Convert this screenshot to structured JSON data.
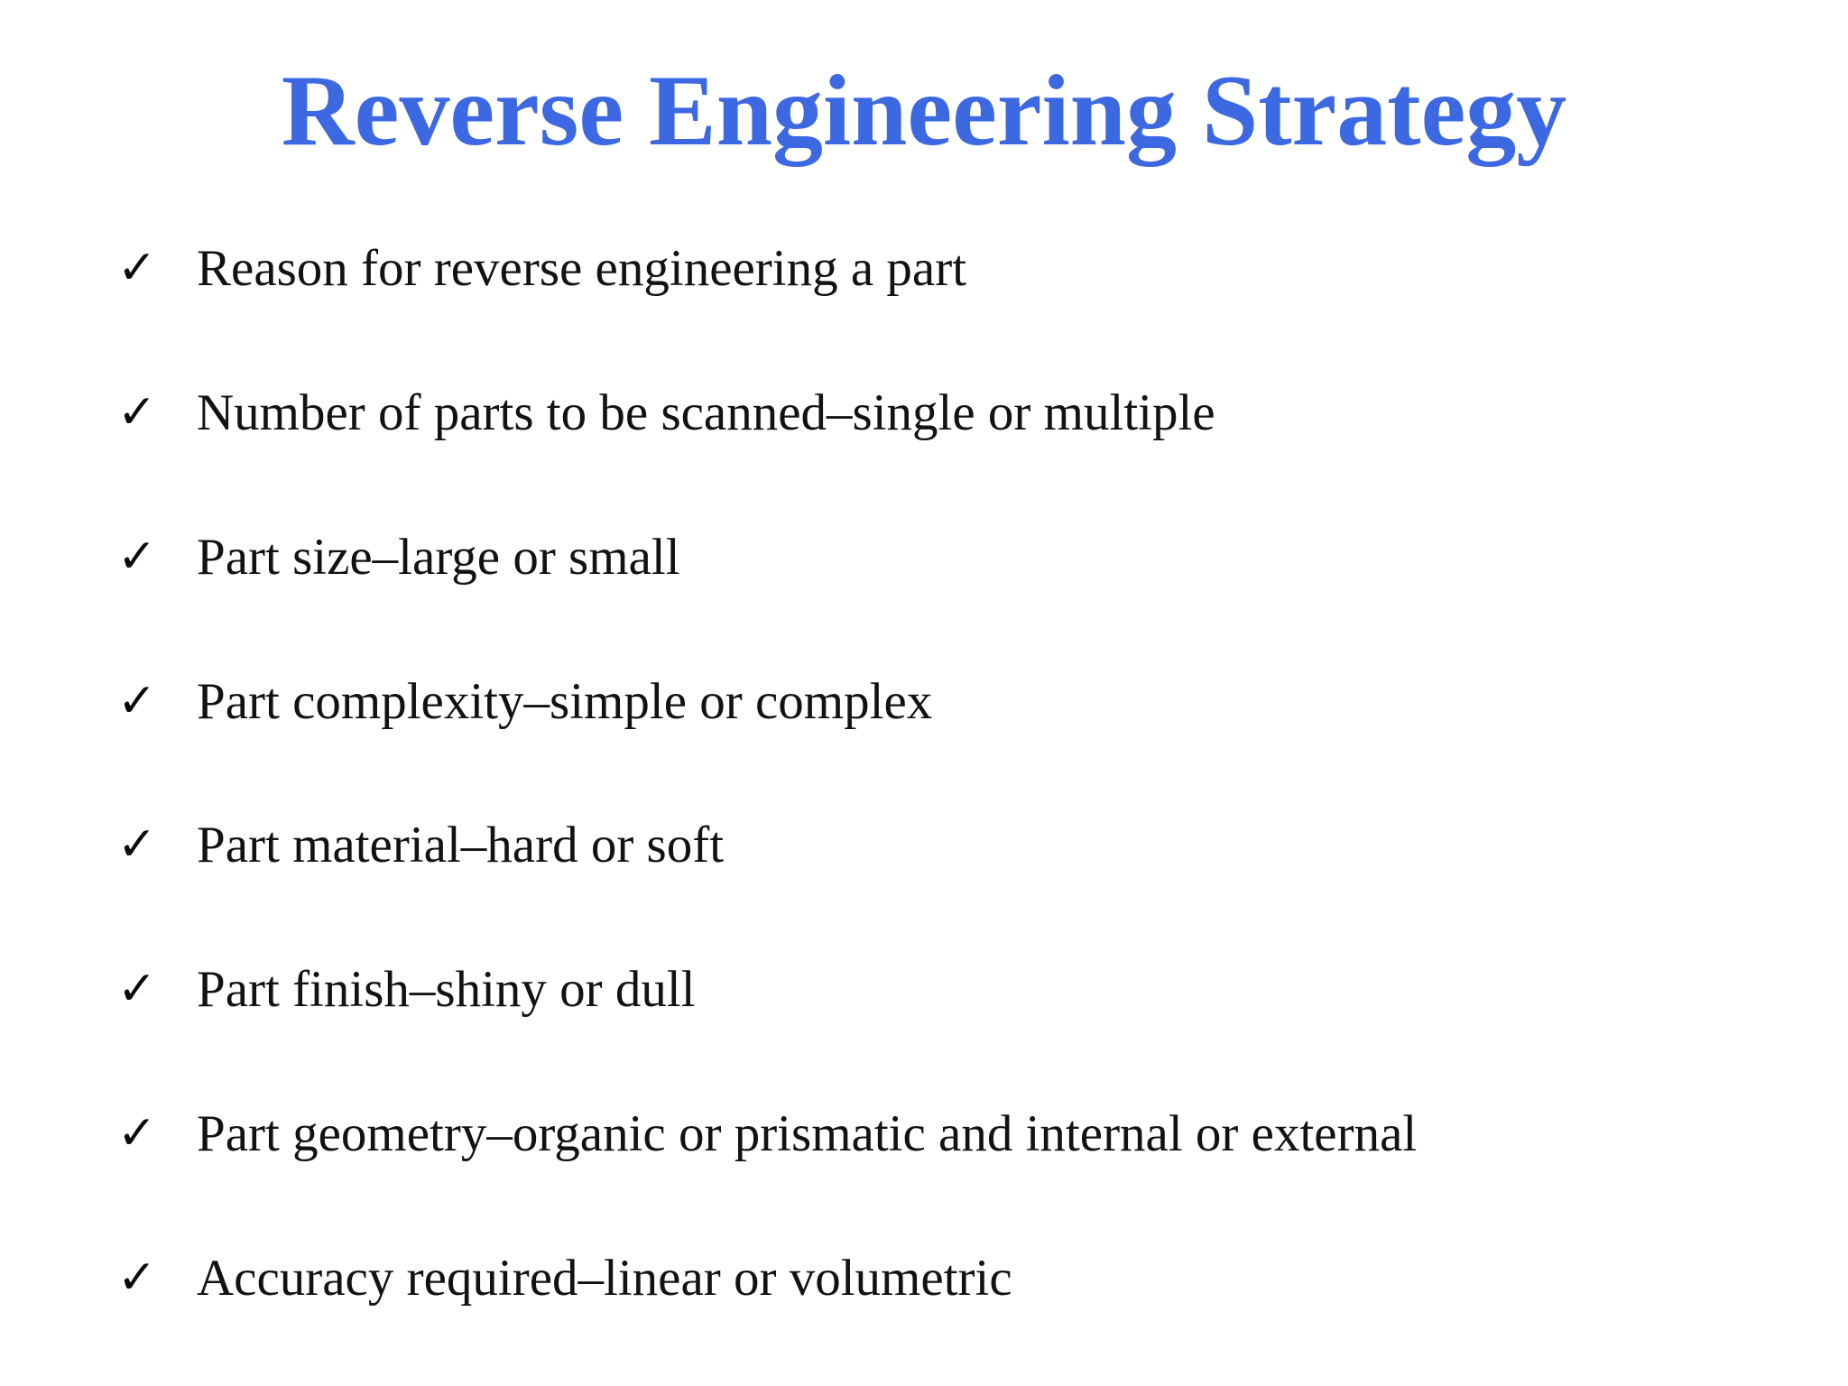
{
  "slide": {
    "title": "Reverse Engineering Strategy",
    "title_color": "#3C69E1",
    "text_color": "#121212",
    "background_color": "#FFFFFF",
    "check_icon": "✓",
    "items": [
      "Reason for reverse engineering a part",
      "Number of parts to be scanned–single or multiple",
      "Part size–large or small",
      "Part complexity–simple or complex",
      "Part material–hard or soft",
      "Part finish–shiny or dull",
      "Part geometry–organic or prismatic and internal or external",
      "Accuracy required–linear or volumetric"
    ]
  }
}
